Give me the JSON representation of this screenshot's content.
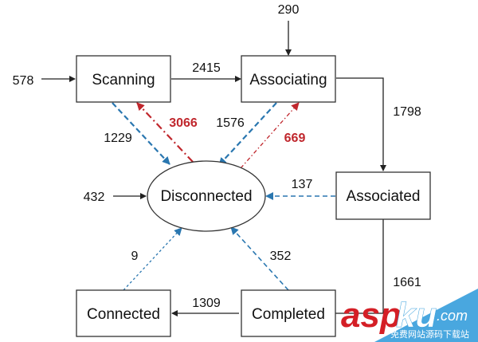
{
  "states": {
    "scanning": "Scanning",
    "associating": "Associating",
    "associated": "Associated",
    "disconnected": "Disconnected",
    "connected": "Connected",
    "completed": "Completed"
  },
  "transitions": {
    "entry_scanning": "578",
    "entry_associating": "290",
    "entry_disconnected": "432",
    "scanning_to_associating": "2415",
    "associating_to_associated": "1798",
    "associated_to_completed": "1661",
    "completed_to_connected": "1309",
    "scanning_to_disconnected": "1229",
    "disconnected_to_scanning": "3066",
    "associating_to_disconnected": "1576",
    "disconnected_to_associating": "669",
    "associated_to_disconnected": "137",
    "connected_to_disconnected": "9",
    "completed_to_disconnected": "352"
  },
  "colors": {
    "line": "#222222",
    "blue": "#2a77b0",
    "red": "#c0272d",
    "watermark_bg": "#3aa0dc"
  },
  "watermark": {
    "brand": "aspku",
    "brand_a": "asp",
    "brand_b": "ku",
    "domain": ".com",
    "tagline": "免费网站源码下载站"
  }
}
